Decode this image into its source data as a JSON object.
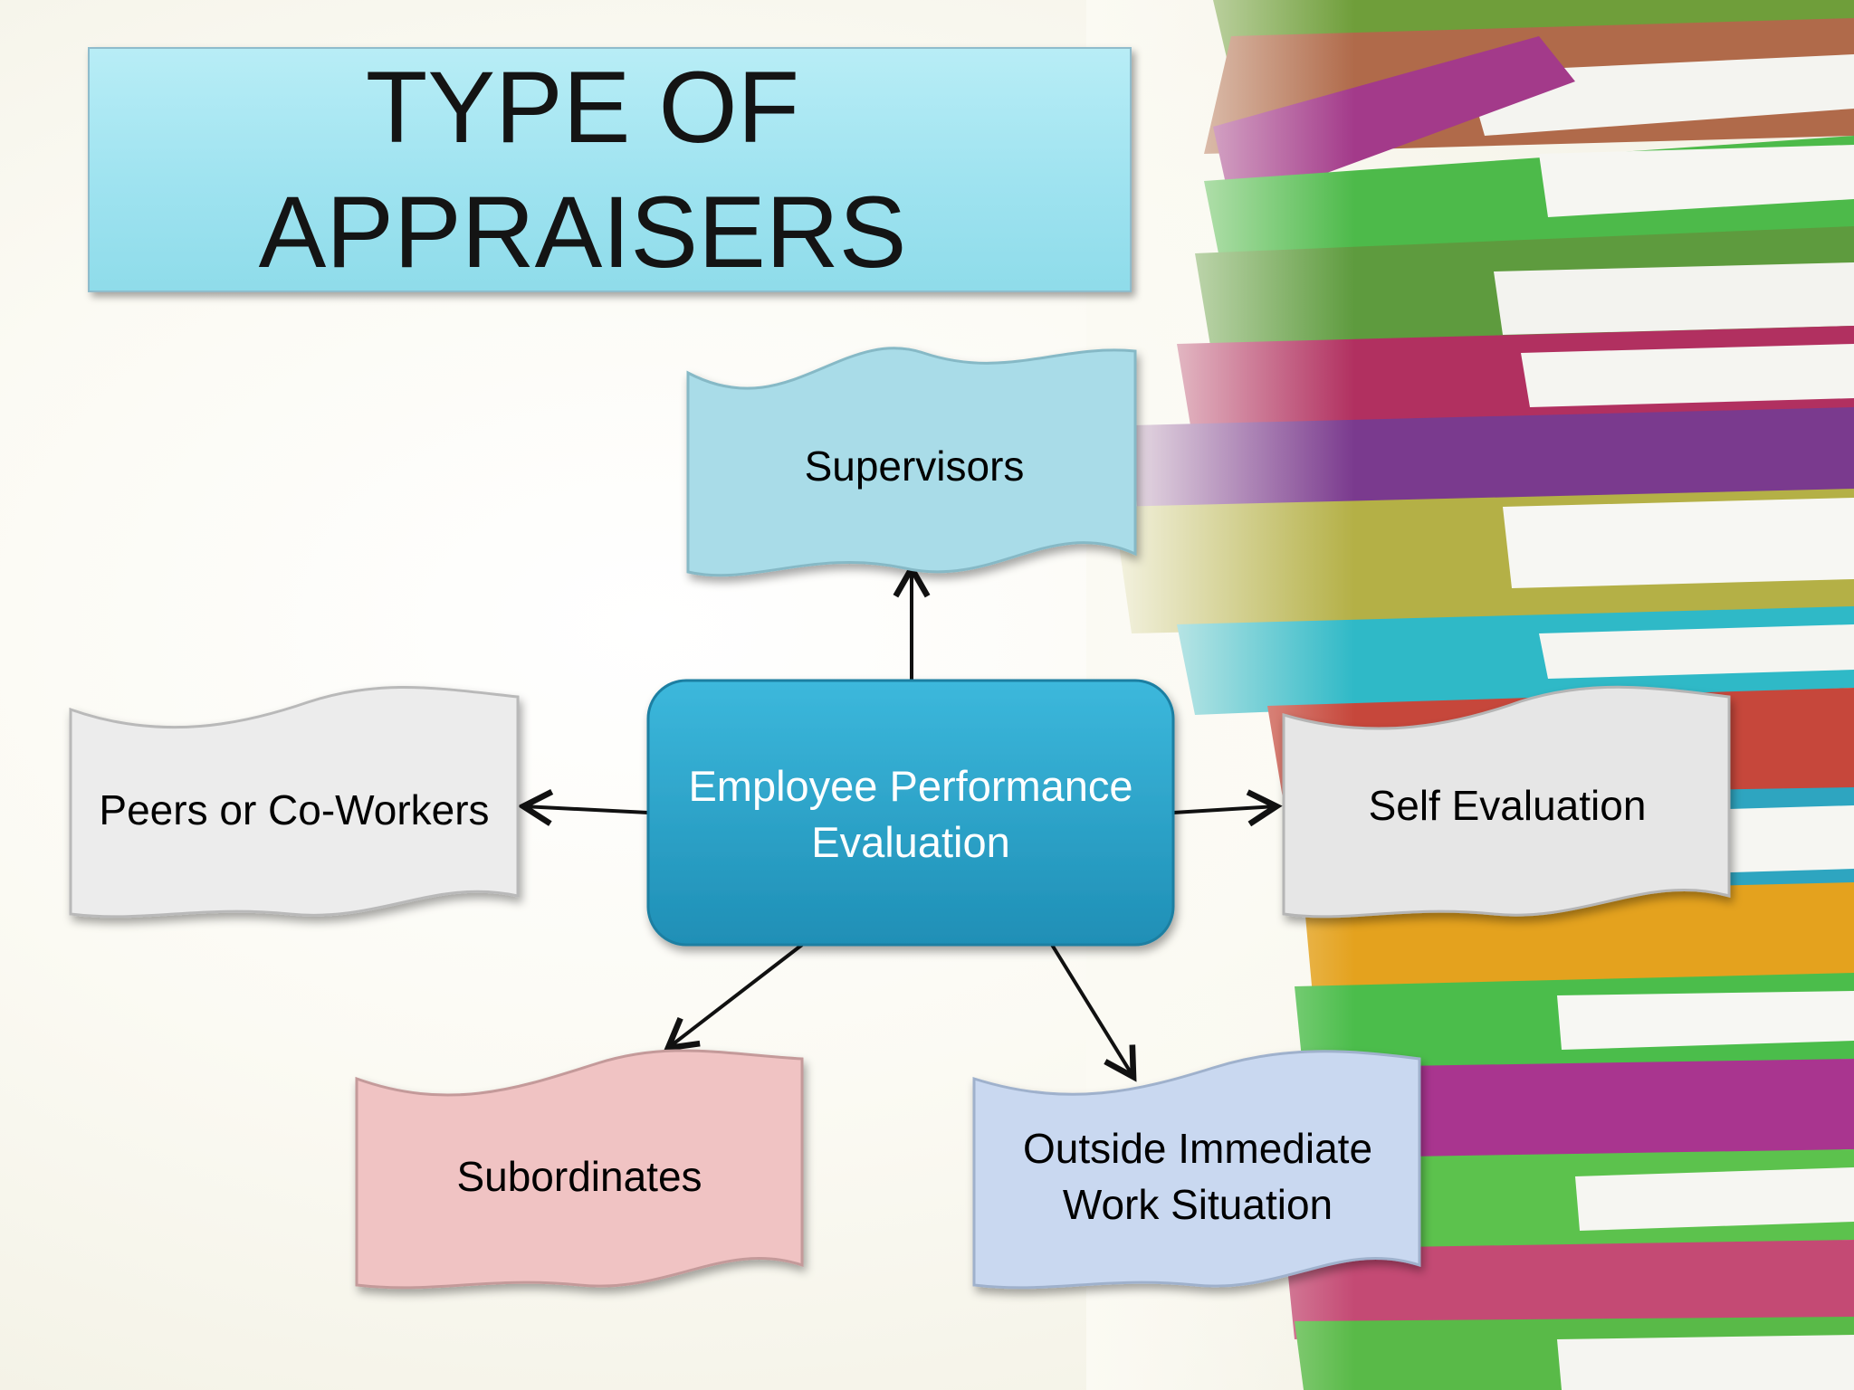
{
  "title": "TYPE OF APPRAISERS",
  "center_node": "Employee Performance Evaluation",
  "nodes": {
    "supervisors": "Supervisors",
    "peers": "Peers or Co-Workers",
    "self": "Self Evaluation",
    "subordinates": "Subordinates",
    "outside": "Outside Immediate Work Situation"
  },
  "colors": {
    "title_fill": "#a6e6f2",
    "center_fill": "#2aa3c8",
    "supervisors_fill": "#a9dce8",
    "peers_fill": "#ececec",
    "self_fill": "#e6e6e6",
    "subordinates_fill": "#f0c3c3",
    "outside_fill": "#c9d8f0"
  }
}
